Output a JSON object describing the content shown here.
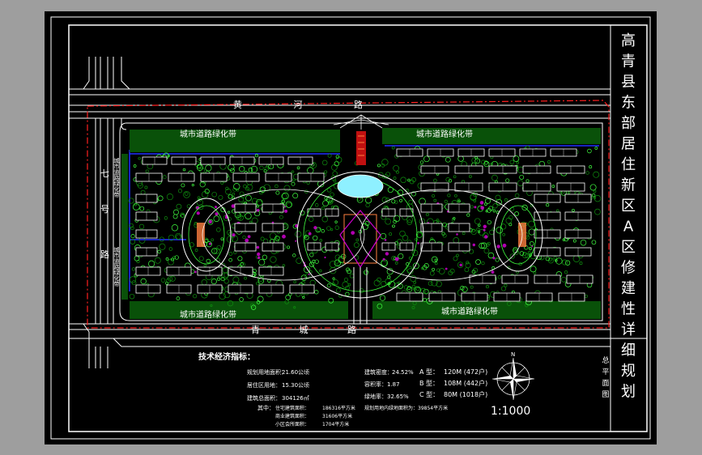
{
  "drawing": {
    "title_vertical": "高青县东部居住新区A区修建性详细规划",
    "sheet_name": "总平面图",
    "scale": "1:1000",
    "colors": {
      "background": "#000000",
      "outer_bg": "#9e9e9e",
      "frame": "#ffffff",
      "road": "#ffffff",
      "site_boundary": "#ff2020",
      "water_edge": "#2030ff",
      "green": "#10a010",
      "green_light": "#40ff40",
      "building": "#ffffff",
      "accent_magenta": "#d000d0",
      "accent_orange": "#ff8040"
    }
  },
  "roads": {
    "north": "黄  河  路",
    "south": "青  城  路",
    "west": "七  号  路",
    "west_chars": [
      "七",
      "号",
      "路"
    ],
    "greenbelt_north_left": "城市道路绿化带",
    "greenbelt_north_right": "城市道路绿化带",
    "greenbelt_south_left": "城市道路绿化带",
    "greenbelt_south_right": "城市道路绿化带",
    "greenbelt_west_upper": "城市道路绿化带",
    "greenbelt_west_lower": "城市道路绿化带"
  },
  "tech_indicators": {
    "heading": "技术经济指标：",
    "rows": [
      {
        "label": "规划用地面积：",
        "value": "21.60公顷"
      },
      {
        "label": "居住区用地：",
        "value": "15.30公顷"
      },
      {
        "label": "建筑总面积：",
        "value": "304126㎡"
      }
    ],
    "sub_heading": "其中：",
    "sub_rows": [
      {
        "label": "住宅建筑面积：",
        "value": "186316平方米"
      },
      {
        "label": "商业建筑面积：",
        "value": "31606平方米"
      },
      {
        "label": "小区会所面积：",
        "value": "1704平方米"
      }
    ],
    "right_rows": [
      {
        "label": "建筑密度：",
        "value": "24.52%"
      },
      {
        "label": "容积率：",
        "value": "1.87"
      },
      {
        "label": "绿地率：",
        "value": "32.65%"
      }
    ],
    "note": "规划用地内绿地面积为：39854平方米",
    "unit_types": [
      {
        "code": "A 型：",
        "value": "120M (472户)"
      },
      {
        "code": "B 型：",
        "value": "108M (442户)"
      },
      {
        "code": "C 型：",
        "value": "80M (1018户)"
      }
    ]
  },
  "compass": {
    "label": "N"
  }
}
